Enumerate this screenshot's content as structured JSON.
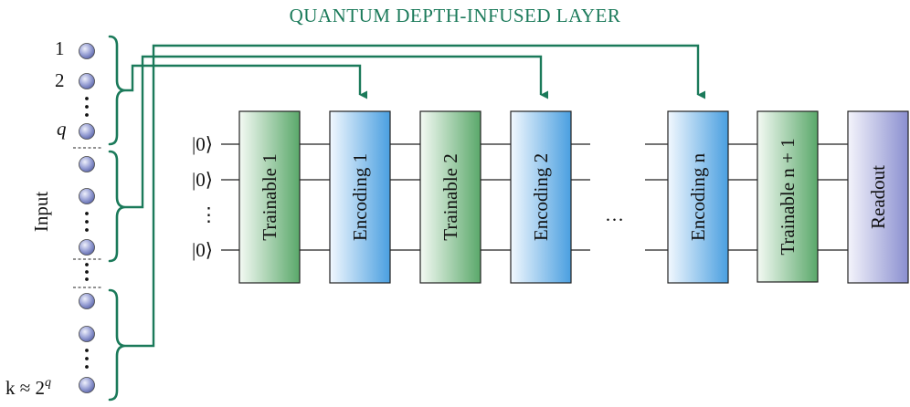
{
  "title": "QUANTUM DEPTH-INFUSED LAYER",
  "input_label": "Input",
  "input_labels": {
    "first": "1",
    "second": "2",
    "q": "q",
    "k": "k ≈ 2",
    "k_exp": "q"
  },
  "qubit_labels": [
    "|0⟩",
    "|0⟩",
    "|0⟩"
  ],
  "vertical_dots": "⋮",
  "horizontal_dots": "…",
  "blocks": [
    {
      "label": "Trainable 1",
      "kind": "trainable"
    },
    {
      "label": "Encoding 1",
      "kind": "encoding"
    },
    {
      "label": "Trainable 2",
      "kind": "trainable"
    },
    {
      "label": "Encoding 2",
      "kind": "encoding"
    },
    {
      "label": "Encoding n",
      "kind": "encoding"
    },
    {
      "label": "Trainable n + 1",
      "kind": "trainable"
    },
    {
      "label": "Readout",
      "kind": "readout"
    }
  ],
  "colors": {
    "accent": "#1b7a5a",
    "trainable": "#5aa86a",
    "encoding": "#4a9fe0",
    "readout": "#8a8fd0",
    "node": "#7f88c4"
  }
}
